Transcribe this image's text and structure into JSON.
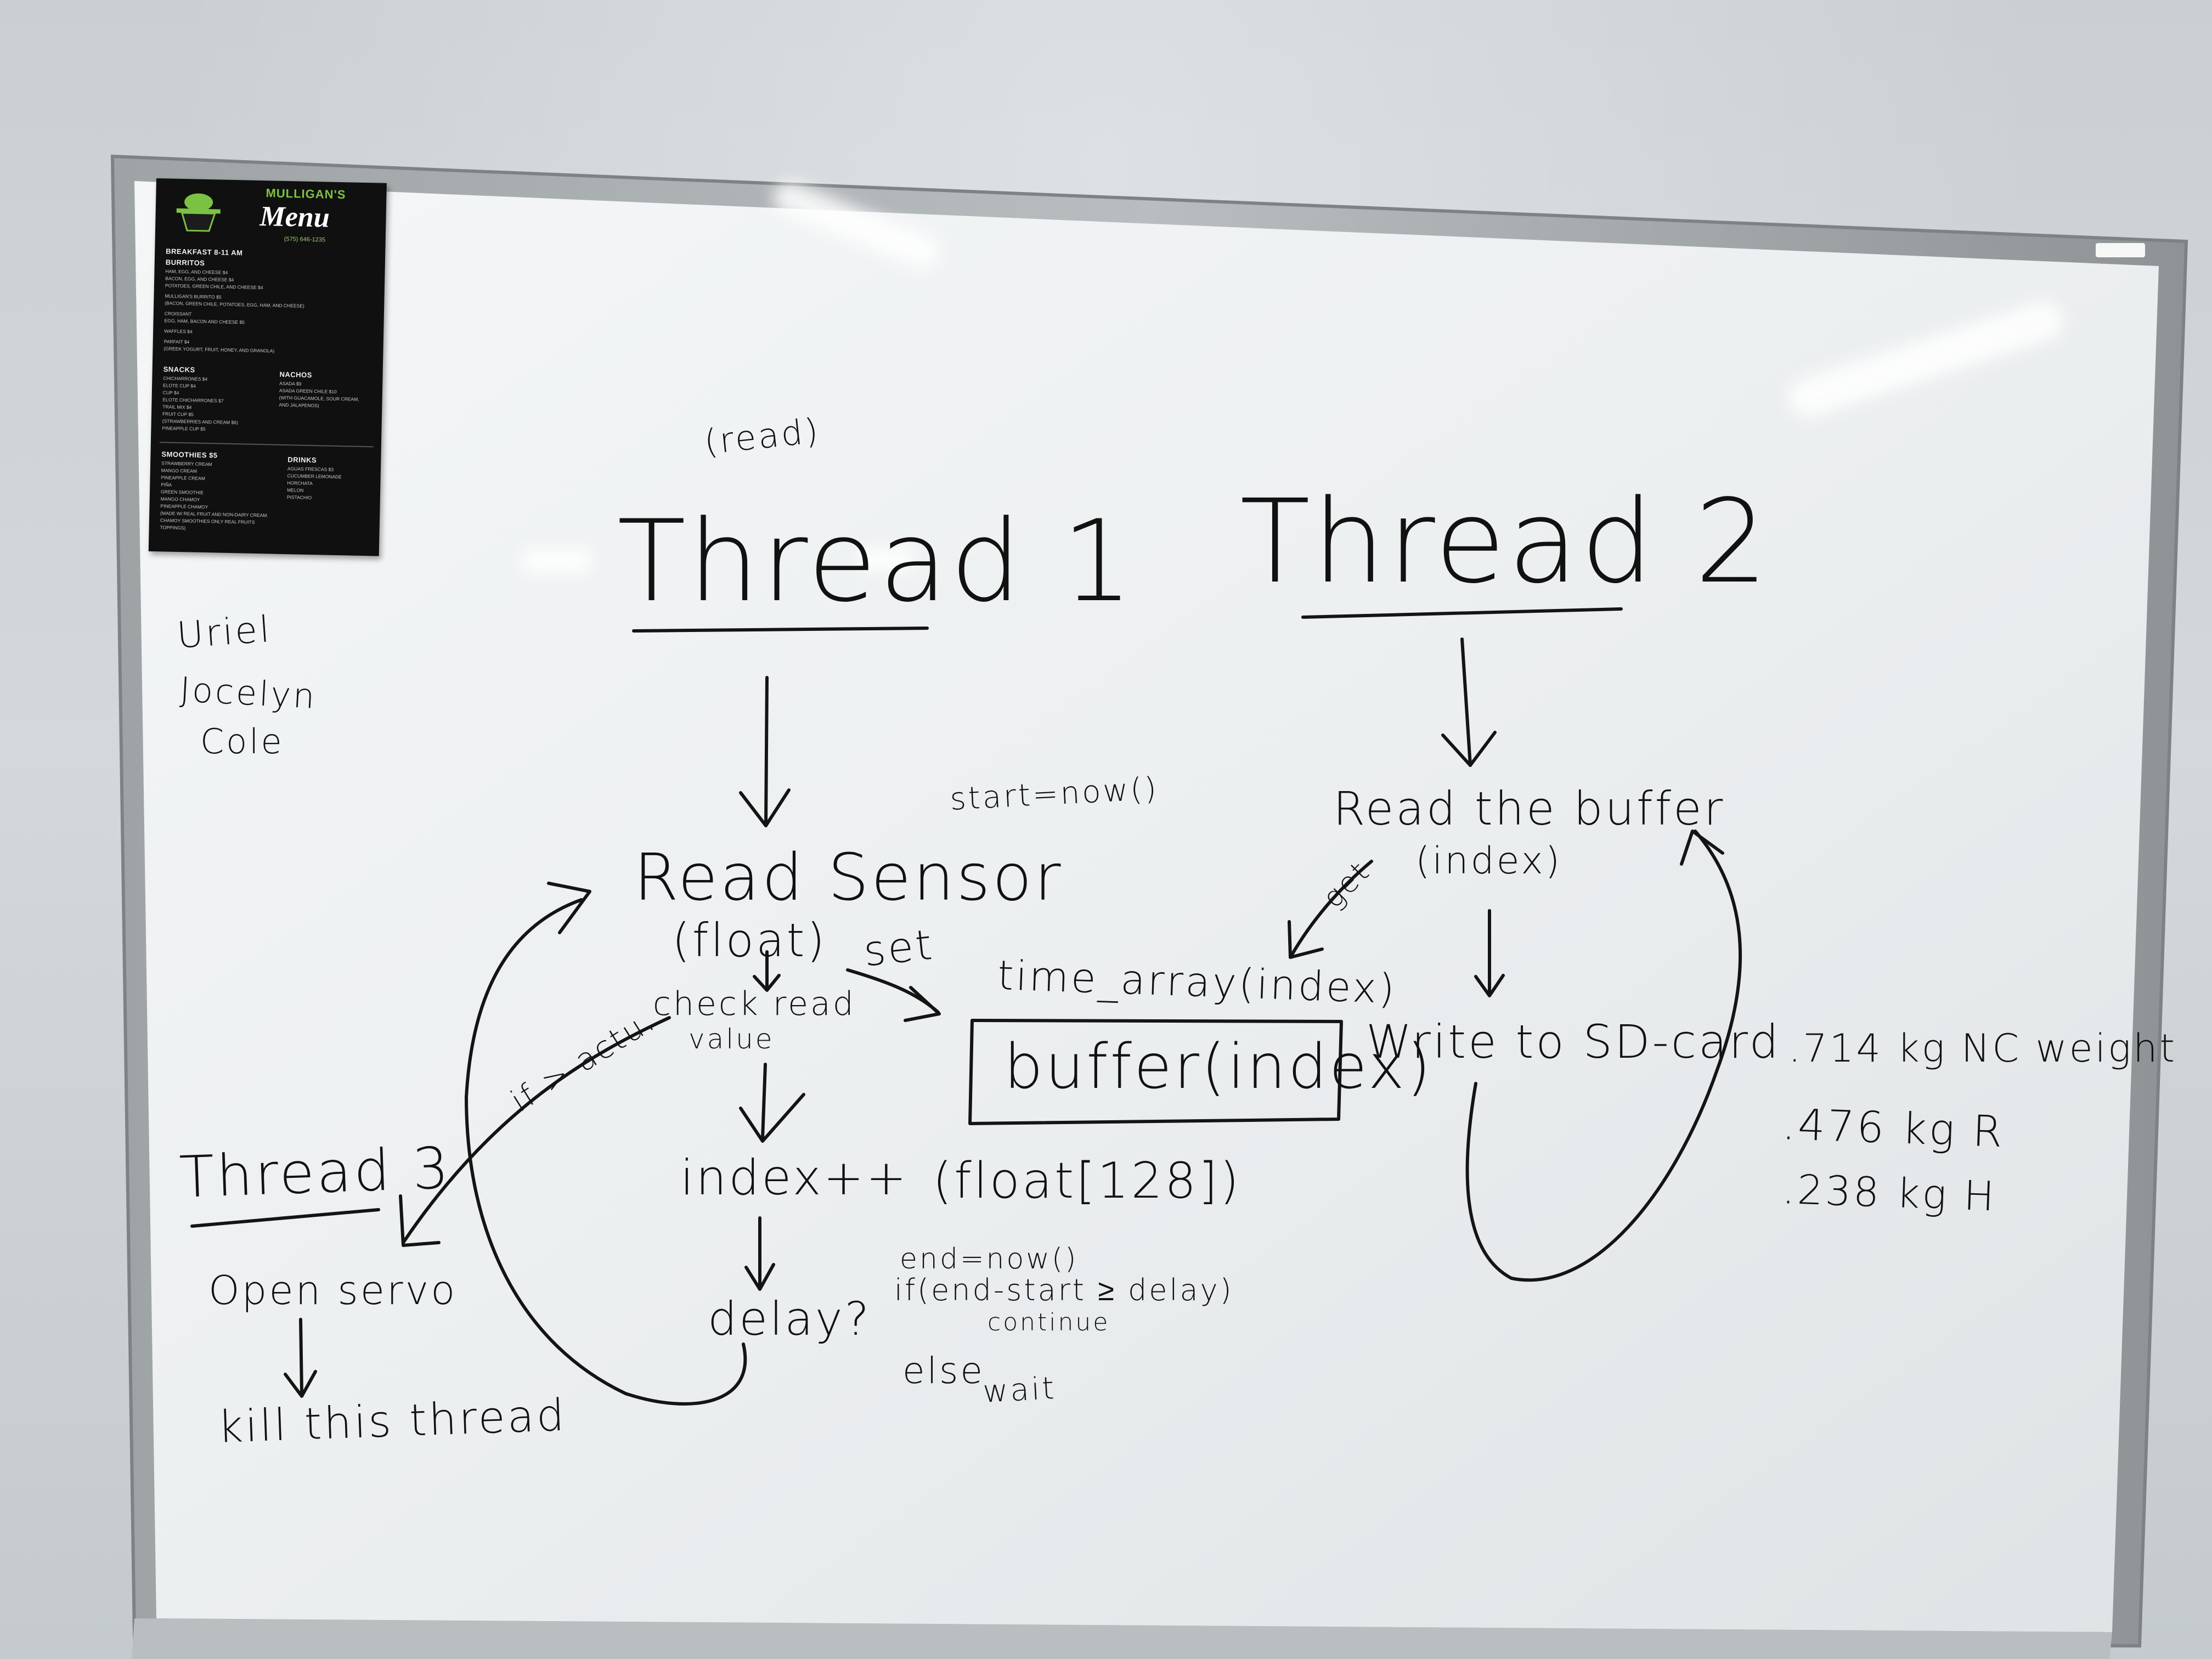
{
  "menu": {
    "brand": "MULLIGAN'S",
    "title": "Menu",
    "phone": "(575) 646-1235",
    "breakfast_header": "BREAKFAST 8-11 AM",
    "burritos_header": "BURRITOS",
    "snacks_header": "SNACKS",
    "nachos_header": "NACHOS",
    "smoothies_header": "SMOOTHIES $5",
    "drinks_header": "DRINKS",
    "burritos_lines": [
      "HAM, EGG, AND CHEESE $4",
      "BACON, EGG, AND CHEESE $4",
      "POTATOES, GREEN CHILE, AND CHEESE $4",
      "MULLIGAN'S BURRITO $5",
      "(BACON, GREEN CHILE, POTATOES, EGG, HAM, AND CHEESE)",
      "CROISSANT",
      "EGG, HAM, BACON AND CHEESE $5",
      "WAFFLES $4",
      "PARFAIT $4",
      "(GREEK YOGURT, FRUIT, HONEY, AND GRANOLA)"
    ],
    "snacks_lines": [
      "CHICHARRONES $4",
      "ELOTE CUP $4",
      "CUP $4",
      "ELOTE CHICHARRONES $7",
      "TRAIL MIX $4",
      "FRUIT CUP $5",
      "(STRAWBERRIES AND CREAM $6)",
      "PINEAPPLE CUP $5"
    ],
    "nachos_lines": [
      "ASADA $9",
      "ASADA GREEN CHILE $10",
      "(WITH GUACAMOLE, SOUR CREAM,",
      "AND JALAPENOS)"
    ],
    "smoothies_lines": [
      "STRAWBERRY CREAM",
      "MANGO CREAM",
      "PINEAPPLE CREAM",
      "PIÑA",
      "GREEN SMOOTHIE",
      "MANGO CHAMOY",
      "PINEAPPLE CHAMOY",
      "(MADE W/ REAL FRUIT AND NON-DAIRY CREAM.",
      "CHAMOY SMOOTHIES ONLY REAL FRUITS",
      "TOPPINGS)"
    ],
    "drinks_lines": [
      "AGUAS FRESCAS $3",
      "CUCUMBER LEMONADE",
      "HORCHATA",
      "MELON",
      "PISTACHIO"
    ]
  },
  "whiteboard": {
    "names": [
      "Uriel",
      "Jocelyn",
      "Cole"
    ],
    "read_note": "(read)",
    "thread1_title": "Thread 1",
    "thread2_title": "Thread 2",
    "thread3_title": "Thread 3",
    "read_sensor": "Read Sensor",
    "float_note": "(float)",
    "set_label": "set",
    "check_read": "check read",
    "check_value": "value",
    "if_label": "if > actu.",
    "index_inc": "index++",
    "delay_q": "delay?",
    "start_now": "start=now()",
    "time_array": "time_array(index)",
    "buffer_index": "buffer(index)",
    "float_128": "(float[128])",
    "end_now": "end=now()",
    "if_end_start": "if(end-start ≥ delay)",
    "continue_label": "continue",
    "else_label": "else",
    "wait_label": "wait",
    "read_buffer": "Read the buffer",
    "get_label": "get",
    "index_paren": "(index)",
    "write_sd": "Write to SD-card",
    "open_servo": "Open servo",
    "kill_thread": "kill this thread",
    "weights": [
      ".714 kg NC weight",
      ".476 kg R",
      ".238 kg H"
    ]
  }
}
